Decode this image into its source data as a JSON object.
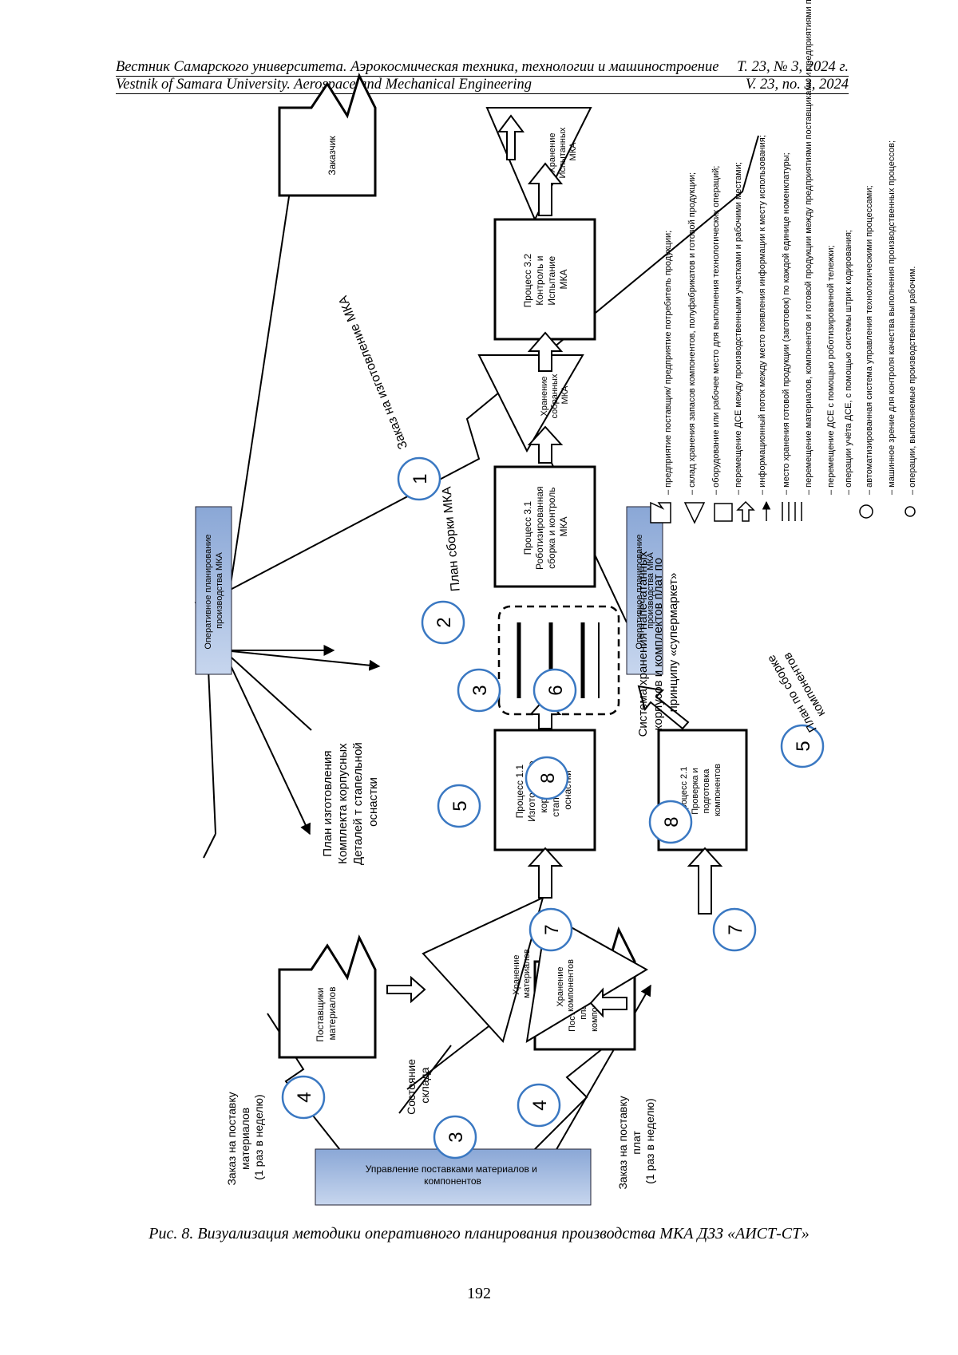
{
  "header": {
    "ru_journal": "Вестник Самарского университета. Аэрокосмическая техника, технологии и машиностроение",
    "ru_issue": "Т. 23, № 3, 2024 г.",
    "en_journal": "Vestnik of Samara University. Aerospace and Mechanical Engineering",
    "en_issue": "V. 23, no. 3, 2024"
  },
  "diagram": {
    "customer": "Заказчик",
    "order_mka": "Заказ на изготовление МКА",
    "storage_tested": [
      "Хранение",
      "Испытанных",
      "МКА"
    ],
    "process_32": [
      "Процесс 3.2",
      "Контроль и",
      "Испытание",
      "МКА"
    ],
    "storage_assembled": [
      "Хранение",
      "собранных",
      "МКА"
    ],
    "plan_assembly": "План сборки МКА",
    "process_31": [
      "Процесс 3.1",
      "Роботизированная",
      "сборка и контроль",
      "МКА"
    ],
    "planning_top": [
      "Оперативное планирование",
      "производства МКА"
    ],
    "planning_bottom": [
      "Оперативное планирование",
      "производства МКА"
    ],
    "supermarket": [
      "Система хранения напечатанных",
      "корпусов и комплектов плат по",
      "принципу «супермаркет»"
    ],
    "plan_components": [
      "План по сборке",
      "компонентов"
    ],
    "plan_hull": [
      "План изготовления",
      "Комплекта корпусных",
      "Деталей т стапельной",
      "оснастки"
    ],
    "process_11": [
      "Процесс 1.1",
      "Изготовление",
      "корпуса и",
      "стапельной",
      "оснастки"
    ],
    "process_21": [
      "Процесс 2.1",
      "Проверка и",
      "подготовка",
      "компонентов"
    ],
    "suppliers_materials": [
      "Поставщики",
      "материалов"
    ],
    "storage_materials": [
      "Хранение",
      "материалов"
    ],
    "storage_components": [
      "Хранение",
      "компонентов"
    ],
    "suppliers_boards": [
      "Поставщики",
      "плат и",
      "компонентов"
    ],
    "order_materials": [
      "Заказ на поставку",
      "материалов",
      "(1 раз в неделю)"
    ],
    "order_boards": [
      "Заказ на поставку",
      "плат",
      "(1 раз в неделю)"
    ],
    "warehouse_state": [
      "Состояние",
      "склада"
    ],
    "supply_management": [
      "Управление поставками материалов и",
      "компонентов"
    ],
    "circles": [
      "1",
      "2",
      "3",
      "6",
      "5",
      "8",
      "8",
      "5",
      "7",
      "7",
      "4",
      "3",
      "4"
    ],
    "legend": [
      "– предприятие поставщик/ предприятие потребитель продукции;",
      "– склад хранения запасов компонентов, полуфабрикатов и готовой продукции;",
      "– оборудование или рабочее место для выполнения технологических операций;",
      "– перемещение ДСЕ между производственными участками и рабочими местами;",
      "– информационный поток между место появления информации к месту использования;",
      "– место хранения готовой продукции (заготовок) по каждой единице номенклатуры;",
      "– перемещение материалов, компонентов и готовой продукции между предприятиями поставщиками и предприятиями потребителями;",
      "– перемещение ДСЕ с помощью роботизированной тележки;",
      "– операции учёта ДСЕ, с помощью системы штрих кодирования;",
      "– автоматизированная система управления технологическими процессами;",
      "– машинное зрение для контроля качества выполнения производственных процессов;",
      "– операции, выполняемые производственным рабочим."
    ]
  },
  "caption": "Рис. 8. Визуализация методики оперативного планирования производства МКА ДЗЗ «АИСТ-СТ»",
  "page_number": "192"
}
